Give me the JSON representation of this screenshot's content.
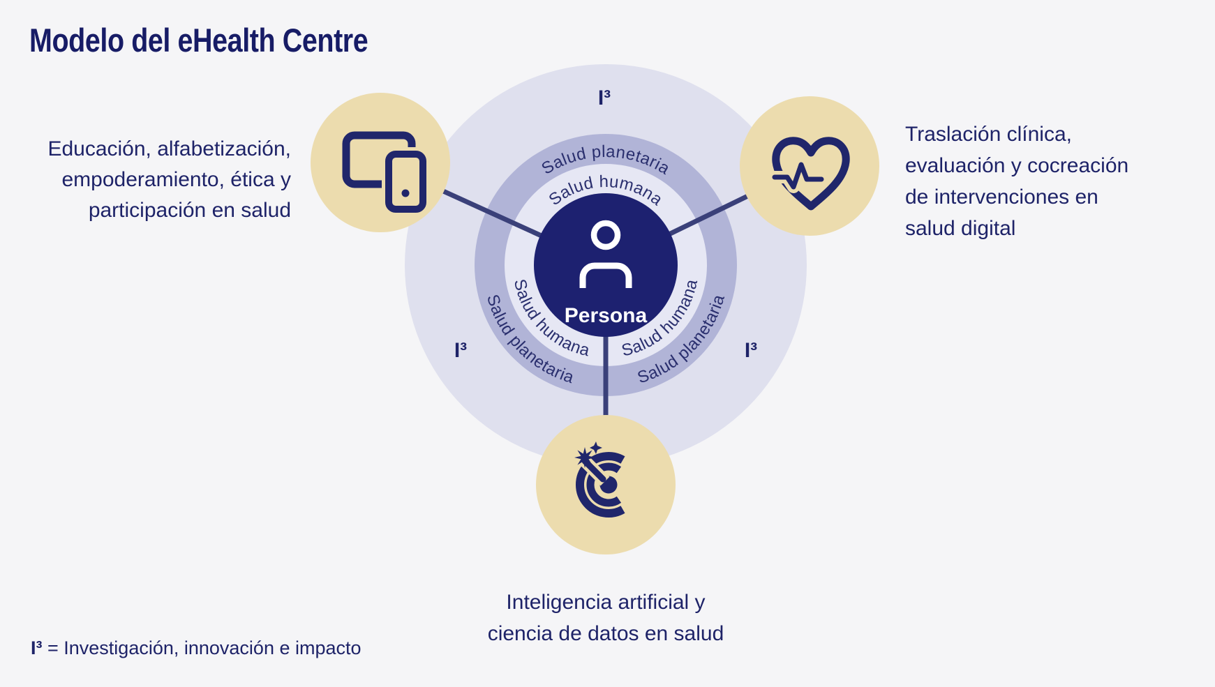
{
  "title": "Modelo del eHealth Centre",
  "diagram": {
    "center": {
      "label": "Persona"
    },
    "rings": {
      "inner": "Salud humana",
      "outer": "Salud planetaria",
      "i3": "I³"
    }
  },
  "branches": {
    "education": {
      "label": "Educación, alfabetización,\nempoderamiento, ética y\nparticipación en salud",
      "icon": "devices-icon"
    },
    "clinical": {
      "label": "Traslación clínica,\nevaluación y cocreación\nde intervenciones en\nsalud digital",
      "icon": "heart-pulse-icon"
    },
    "ai": {
      "label": "Inteligencia artificial y\nciencia de datos en salud",
      "icon": "target-dart-icon"
    }
  },
  "footnote": {
    "symbol": "I³",
    "rest": " = Investigación, innovación e impacto"
  },
  "colors": {
    "background": "#f5f5f7",
    "navy_circle": "#1d2170",
    "text_navy": "#1e2368",
    "outer_circle": "#dfe0ee",
    "planetary_band": "#b1b4d7",
    "human_ring": "#e6e7f4",
    "beige_node": "#ecdcae",
    "connector_line": "#3a4079"
  }
}
